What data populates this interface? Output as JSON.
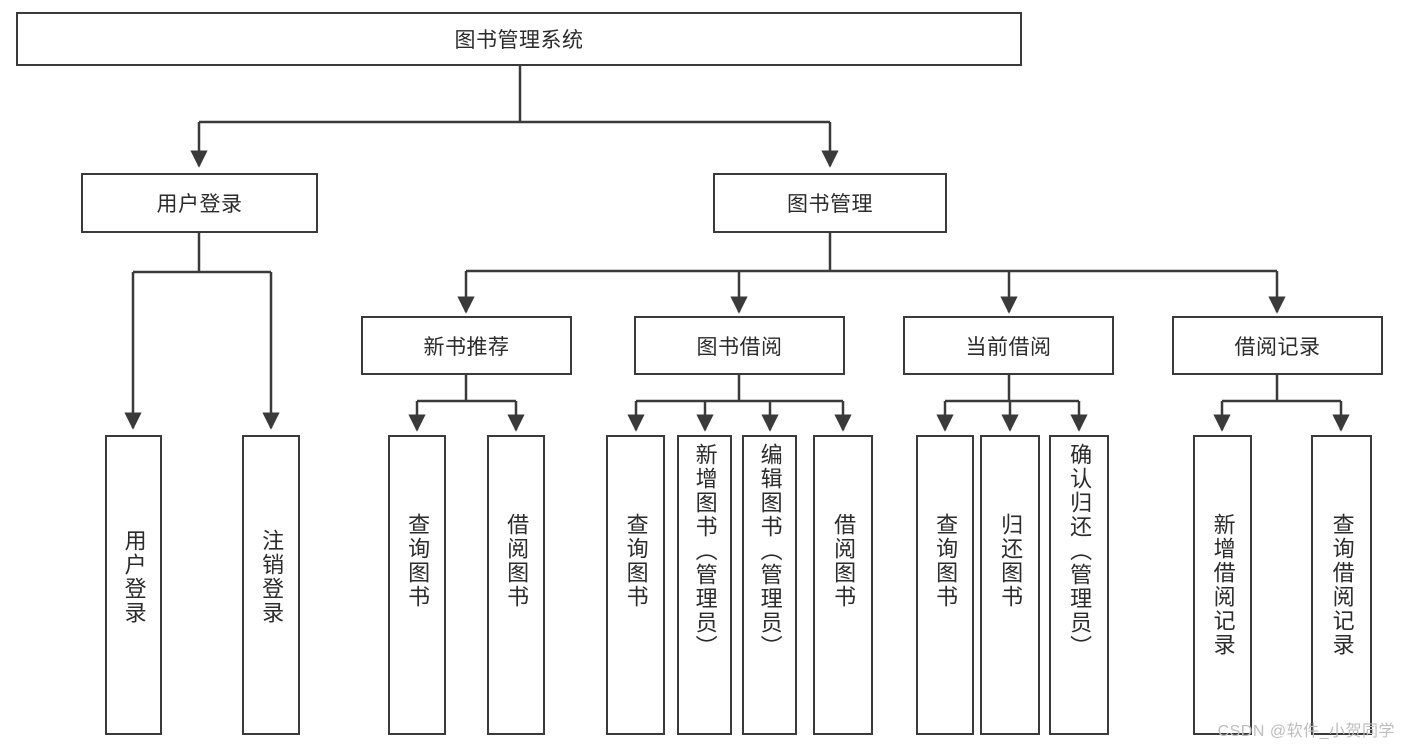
{
  "diagram": {
    "type": "tree",
    "title": "图书管理系统",
    "root": {
      "id": "root",
      "label": "图书管理系统",
      "orientation": "horizontal"
    },
    "level2": [
      {
        "id": "user-login",
        "label": "用户登录"
      },
      {
        "id": "book-manage",
        "label": "图书管理"
      }
    ],
    "level3": [
      {
        "id": "new-book-rec",
        "label": "新书推荐",
        "parent": "book-manage"
      },
      {
        "id": "book-borrow",
        "label": "图书借阅",
        "parent": "book-manage"
      },
      {
        "id": "current-borrow",
        "label": "当前借阅",
        "parent": "book-manage"
      },
      {
        "id": "borrow-record",
        "label": "借阅记录",
        "parent": "book-manage"
      }
    ],
    "leaves": [
      {
        "id": "leaf-user-login",
        "label": "用户登录",
        "parent": "user-login",
        "orientation": "vertical"
      },
      {
        "id": "leaf-logout",
        "label": "注销登录",
        "parent": "user-login",
        "orientation": "vertical"
      },
      {
        "id": "leaf-query-book-1",
        "label": "查询图书",
        "parent": "new-book-rec",
        "orientation": "vertical"
      },
      {
        "id": "leaf-borrow-book-1",
        "label": "借阅图书",
        "parent": "new-book-rec",
        "orientation": "vertical"
      },
      {
        "id": "leaf-query-book-2",
        "label": "查询图书",
        "parent": "book-borrow",
        "orientation": "vertical"
      },
      {
        "id": "leaf-add-book",
        "label": "新增图书（管理员）",
        "parent": "book-borrow",
        "orientation": "vertical"
      },
      {
        "id": "leaf-edit-book",
        "label": "编辑图书（管理员）",
        "parent": "book-borrow",
        "orientation": "vertical"
      },
      {
        "id": "leaf-borrow-book-2",
        "label": "借阅图书",
        "parent": "book-borrow",
        "orientation": "vertical"
      },
      {
        "id": "leaf-query-book-3",
        "label": "查询图书",
        "parent": "current-borrow",
        "orientation": "vertical"
      },
      {
        "id": "leaf-return-book",
        "label": "归还图书",
        "parent": "current-borrow",
        "orientation": "vertical"
      },
      {
        "id": "leaf-confirm-return",
        "label": "确认归还（管理员）",
        "parent": "current-borrow",
        "orientation": "vertical"
      },
      {
        "id": "leaf-add-record",
        "label": "新增借阅记录",
        "parent": "borrow-record",
        "orientation": "vertical"
      },
      {
        "id": "leaf-query-record",
        "label": "查询借阅记录",
        "parent": "borrow-record",
        "orientation": "vertical"
      }
    ],
    "colors": {
      "stroke": "#3a3a3a",
      "text": "#2b2b2b",
      "background": "#ffffff",
      "watermark": "#bdbdbd"
    }
  },
  "watermark": {
    "text": "CSDN @软件_小贺同学"
  }
}
